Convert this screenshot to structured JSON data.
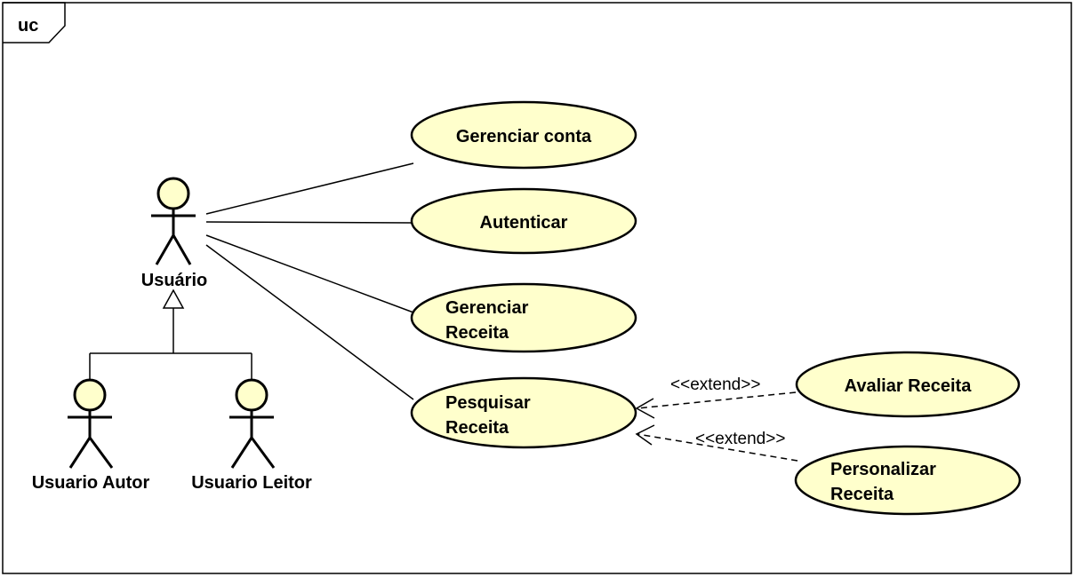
{
  "frame": {
    "label": "uc"
  },
  "colors": {
    "use_case_fill": "#ffffcc",
    "actor_head_fill": "#ffffcc",
    "line": "#000000",
    "background": "#ffffff"
  },
  "actors": {
    "usuario": {
      "label": "Usuário"
    },
    "autor": {
      "label": "Usuario Autor"
    },
    "leitor": {
      "label": "Usuario Leitor"
    }
  },
  "use_cases": {
    "gerenciar_conta": {
      "lines": [
        "Gerenciar conta"
      ]
    },
    "autenticar": {
      "lines": [
        "Autenticar"
      ]
    },
    "gerenciar_receita": {
      "lines": [
        "Gerenciar",
        "Receita"
      ]
    },
    "pesquisar_receita": {
      "lines": [
        "Pesquisar",
        "Receita"
      ]
    },
    "avaliar_receita": {
      "lines": [
        "Avaliar Receita"
      ]
    },
    "personalizar_receita": {
      "lines": [
        "Personalizar",
        "Receita"
      ]
    }
  },
  "relations": {
    "extend_avaliar": {
      "label": "<<extend>>"
    },
    "extend_personalizar": {
      "label": "<<extend>>"
    }
  }
}
